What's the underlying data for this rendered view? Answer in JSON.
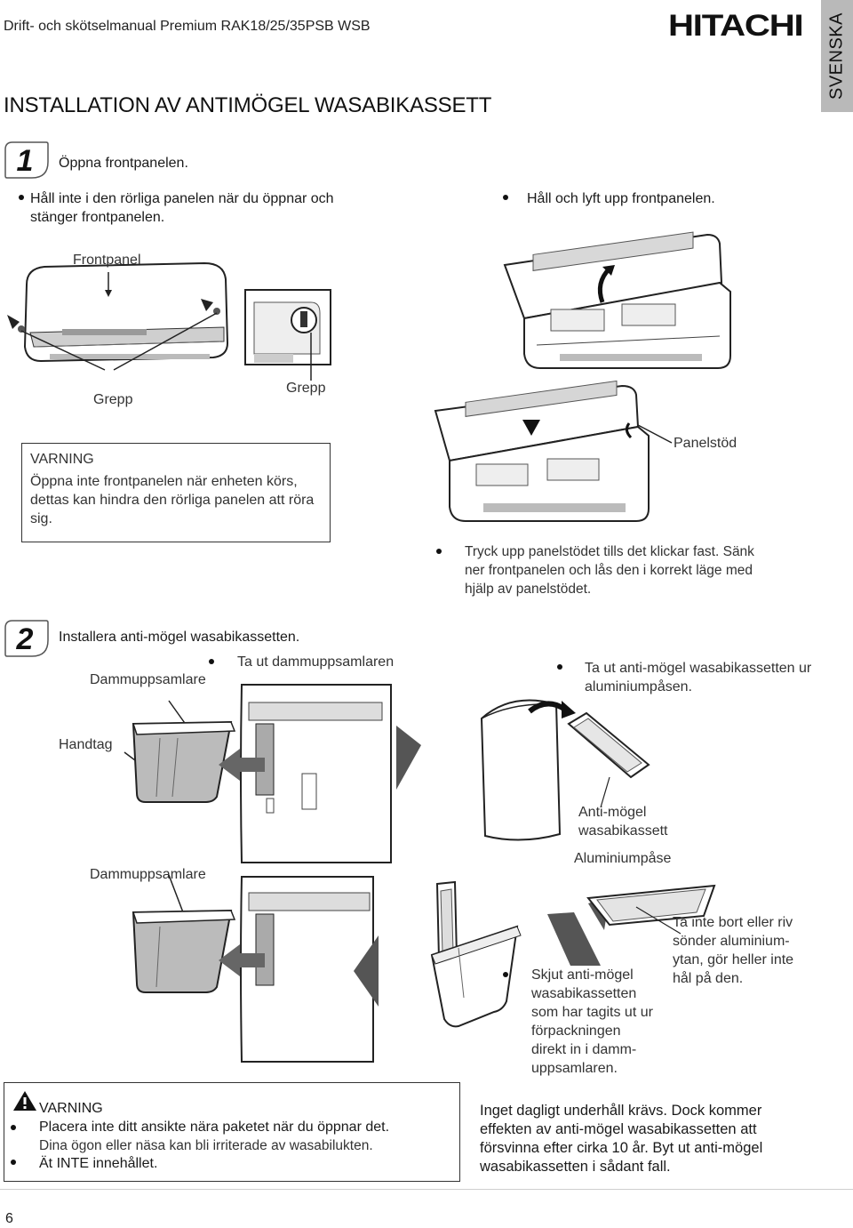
{
  "header": {
    "manual_title": "Drift- och skötselmanual Premium RAK18/25/35PSB WSB",
    "brand": "HITACHI",
    "language_tab": "SVENSKA"
  },
  "section_title": "INSTALLATION AV ANTIMÖGEL WASABIKASSETT",
  "step1": {
    "number": "1",
    "title": "Öppna frontpanelen.",
    "bullet_left": "Håll inte i den rörliga panelen när du öppnar och stänger frontpanelen.",
    "bullet_right": "Håll och lyft upp frontpanelen.",
    "label_frontpanel": "Frontpanel",
    "label_grepp_left": "Grepp",
    "label_grepp_right": "Grepp",
    "label_panelstod": "Panelstöd",
    "warning_heading": "VARNING",
    "warning_text": "Öppna inte frontpanelen när enheten körs, dettas kan hindra den rörliga panelen att röra sig.",
    "bullet_support": "Tryck upp panelstödet tills det klickar fast. Sänk ner frontpanelen och lås den i korrekt läge med hjälp av panelstödet."
  },
  "step2": {
    "number": "2",
    "title": "Installera anti-mögel wasabikassetten.",
    "bullet_remove_collector": "Ta ut dammuppsamlaren",
    "label_dammuppsamlare_top": "Dammuppsamlare",
    "label_handtag": "Handtag",
    "bullet_remove_cassette": "Ta ut anti-mögel wasabikassetten ur aluminiumpåsen.",
    "label_cassette": "Anti-mögel wasabikassett",
    "label_pouch": "Aluminiumpåse",
    "label_dammuppsamlare_bottom": "Dammuppsamlare",
    "note_pouch": "Ta inte bort eller riv sönder aluminium-ytan, gör heller inte hål på den.",
    "bullet_slide": "Skjut anti-mögel wasabikassetten som har tagits ut ur förpackningen direkt in i damm-uppsamlaren."
  },
  "warning_box": {
    "heading": "VARNING",
    "item1_line1": "Placera inte ditt ansikte nära paketet när du öppnar det.",
    "item1_line2": "Dina ögon eller näsa kan bli irriterade av wasabilukten.",
    "item2": "Ät INTE innehållet."
  },
  "maintenance_note": "Inget dagligt underhåll krävs. Dock kommer effekten av anti-mögel wasabikassetten att försvinna efter cirka 10 år. Byt ut anti-mögel wasabikassetten i sådant fall.",
  "page_number": "6"
}
